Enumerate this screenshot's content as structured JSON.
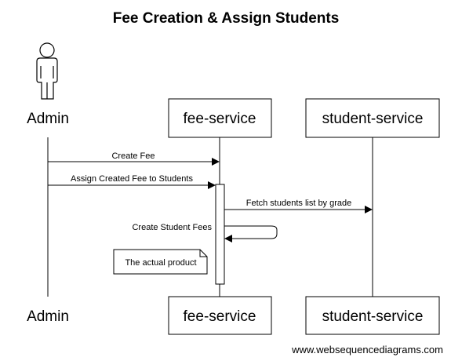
{
  "title": "Fee Creation & Assign Students",
  "participants": {
    "admin": {
      "label": "Admin",
      "kind": "actor",
      "icon": "stick-figure-icon"
    },
    "fee_service": {
      "label": "fee-service",
      "kind": "box"
    },
    "student_service": {
      "label": "student-service",
      "kind": "box"
    }
  },
  "messages": [
    {
      "label": "Create Fee",
      "from": "Admin",
      "to": "fee-service"
    },
    {
      "label": "Assign Created Fee to Students",
      "from": "Admin",
      "to": "fee-service"
    },
    {
      "label": "Fetch students list by grade",
      "from": "fee-service",
      "to": "student-service"
    },
    {
      "label": "Create Student Fees",
      "from": "fee-service",
      "to": "fee-service"
    }
  ],
  "note": {
    "text": "The actual product"
  },
  "footer": "www.websequencediagrams.com",
  "colors": {
    "line": "#000000",
    "background": "#ffffff"
  }
}
